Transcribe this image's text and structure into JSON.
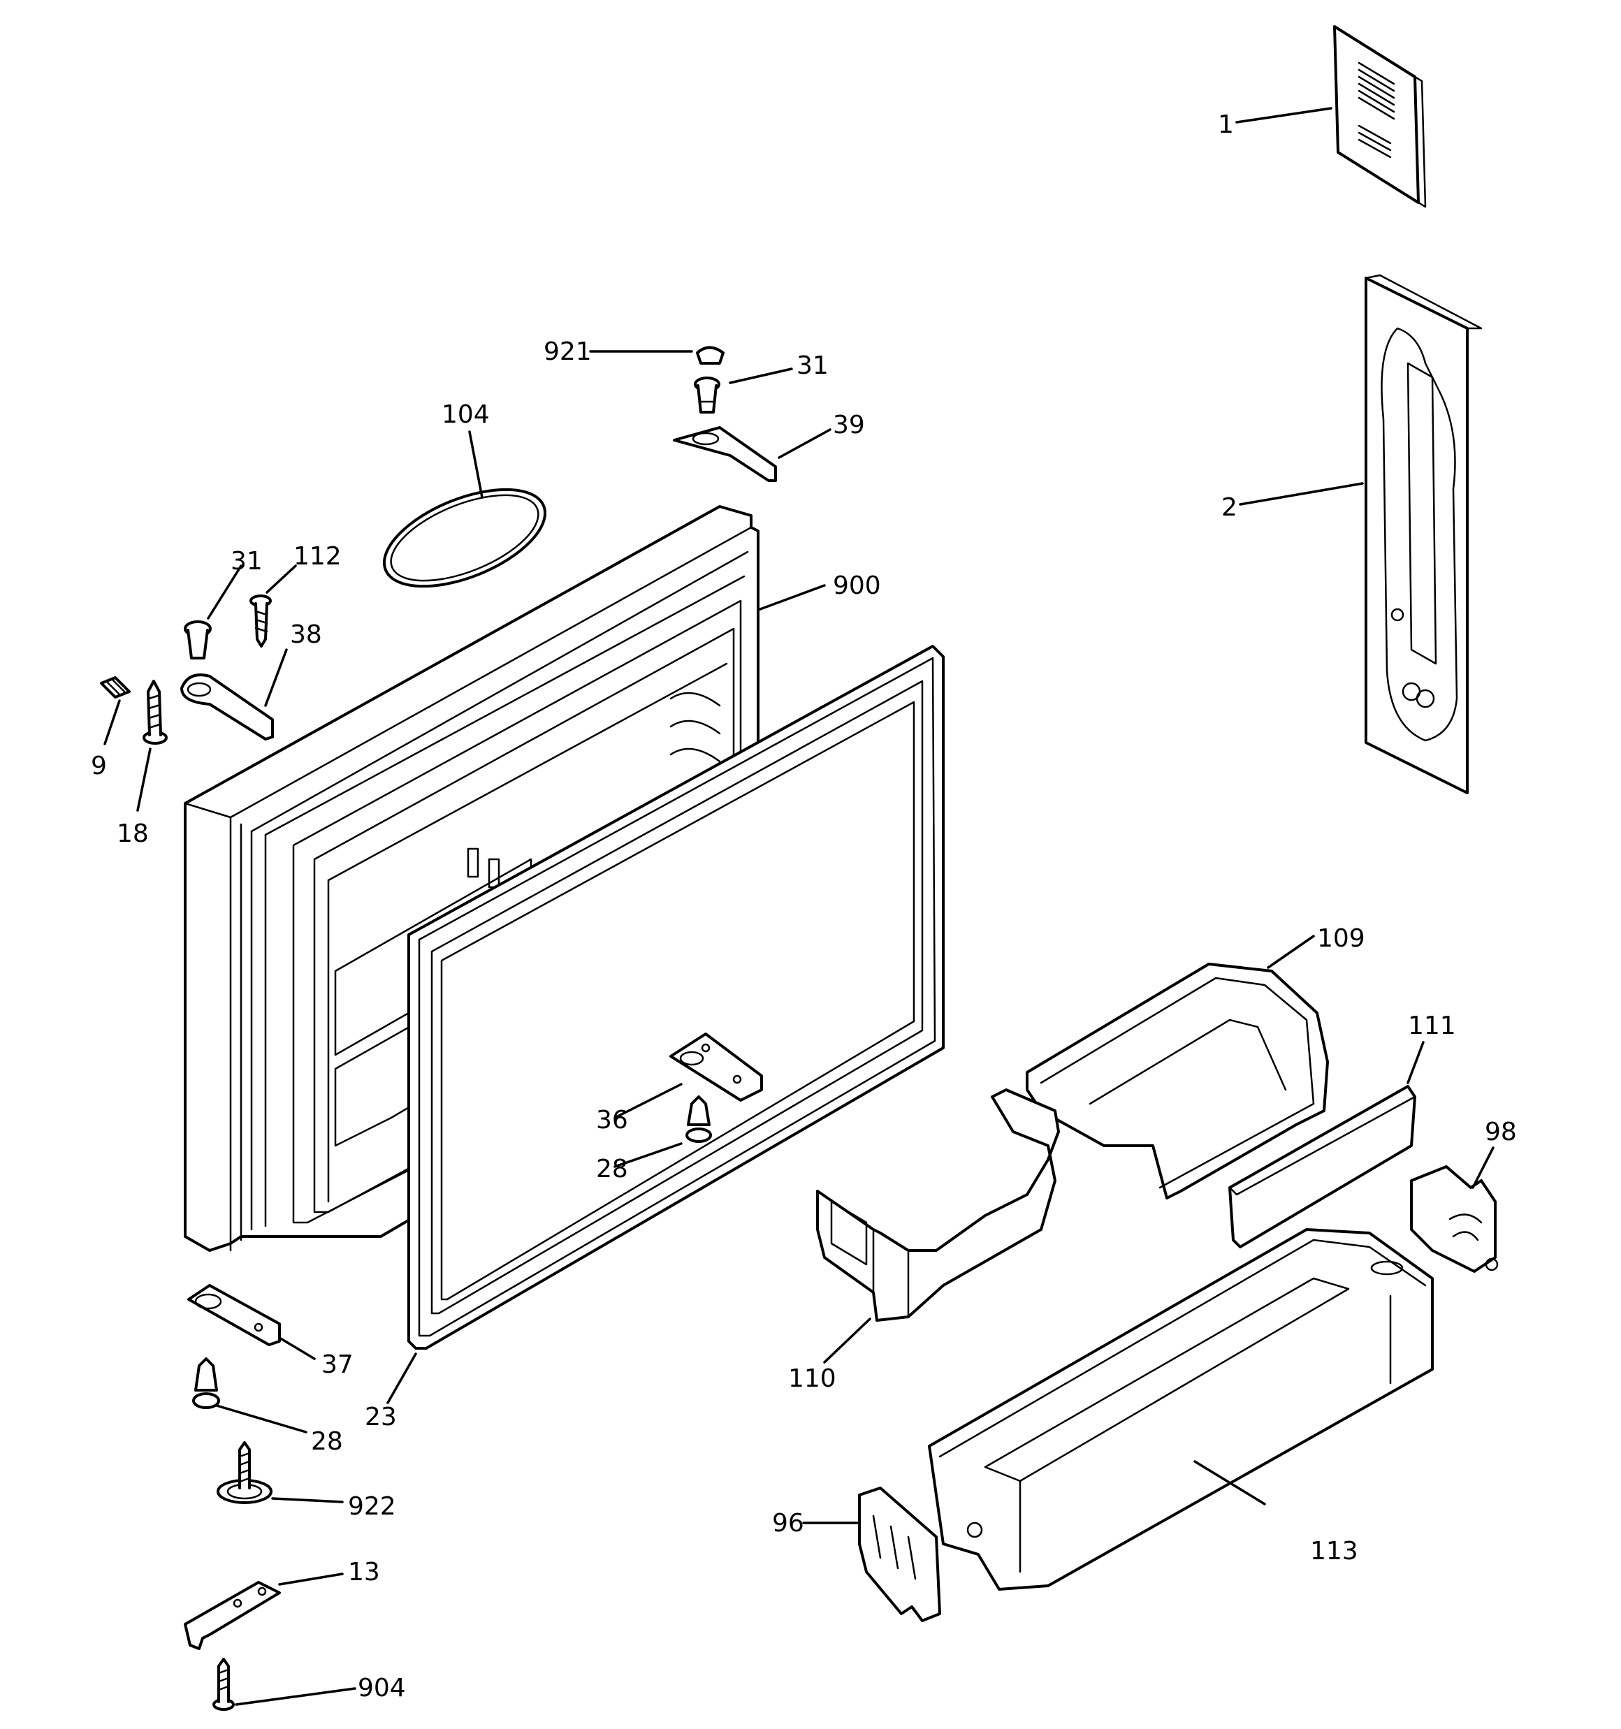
{
  "diagram": {
    "type": "exploded-parts-diagram",
    "background_color": "#ffffff",
    "line_color": "#000000"
  },
  "callouts": {
    "c1": "1",
    "c2": "2",
    "c921": "921",
    "c31_top": "31",
    "c39": "39",
    "c104": "104",
    "c31_left": "31",
    "c112": "112",
    "c38": "38",
    "c9": "9",
    "c18": "18",
    "c900": "900",
    "c36": "36",
    "c28_center": "28",
    "c37": "37",
    "c28_left": "28",
    "c23": "23",
    "c922": "922",
    "c13": "13",
    "c904": "904",
    "c109": "109",
    "c111": "111",
    "c98": "98",
    "c110": "110",
    "c96": "96",
    "c113": "113"
  }
}
